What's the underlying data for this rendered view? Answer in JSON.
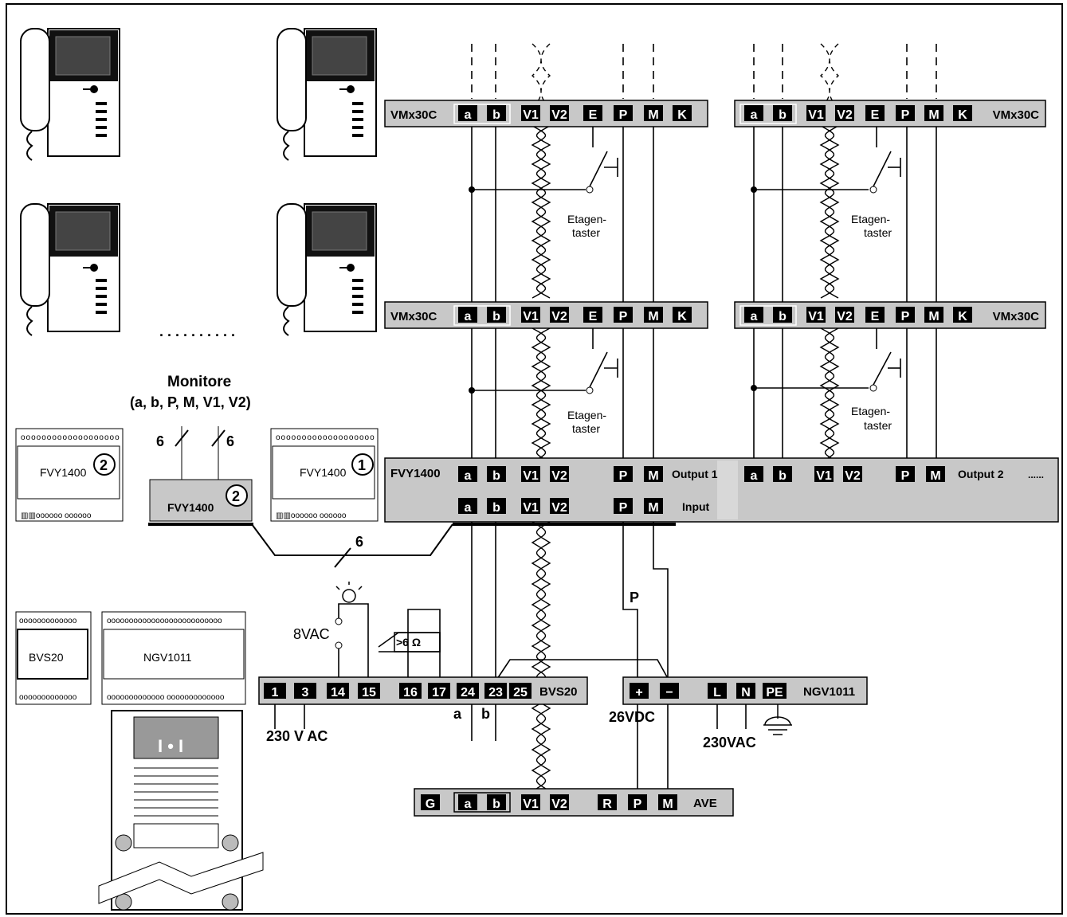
{
  "modules": {
    "vm1": {
      "name": "VMx30C",
      "terminals": [
        "a",
        "b",
        "V1",
        "V2",
        "E",
        "P",
        "M",
        "K"
      ]
    },
    "vm2": {
      "name": "VMx30C",
      "terminals": [
        "a",
        "b",
        "V1",
        "V2",
        "E",
        "P",
        "M",
        "K"
      ]
    },
    "vm3": {
      "name": "VMx30C",
      "terminals": [
        "a",
        "b",
        "V1",
        "V2",
        "E",
        "P",
        "M",
        "K"
      ]
    },
    "vm4": {
      "name": "VMx30C",
      "terminals": [
        "a",
        "b",
        "V1",
        "V2",
        "E",
        "P",
        "M",
        "K"
      ]
    },
    "fvy": {
      "name": "FVY1400",
      "output1": "Output 1",
      "output2": "Output 2",
      "input": "Input",
      "dots": "......",
      "terminals": [
        "a",
        "b",
        "V1",
        "V2",
        "P",
        "M"
      ]
    },
    "bvs": {
      "name": "BVS20",
      "terminals": [
        "1",
        "3",
        "14",
        "15",
        "16",
        "17",
        "24",
        "23",
        "25"
      ]
    },
    "ngv": {
      "name": "NGV1011",
      "terminals": [
        "+",
        "−",
        "L",
        "N",
        "PE"
      ]
    },
    "ave": {
      "name": "AVE",
      "terminals": [
        "G",
        "a",
        "b",
        "V1",
        "V2",
        "R",
        "P",
        "M"
      ]
    }
  },
  "labels": {
    "etagentaster_l1": "Etagen-",
    "etagentaster_l2": "taster",
    "monitore_title": "Monitore",
    "monitore_sub": "(a, b, P, M, V1, V2)",
    "six": "6",
    "fvy_small_1": "FVY1400",
    "fvy_small_2": "FVY1400",
    "fvy_box": "FVY1400",
    "circle_1": "1",
    "circle_2": "2",
    "bvs_small": "BVS20",
    "ngv_small": "NGV1011",
    "vac8": "8VAC",
    "ohm": ">6 Ω",
    "ac230_left": "230 V AC",
    "ac230_right": "230VAC",
    "vdc26": "26VDC",
    "p_wire": "P",
    "a_wire": "a",
    "b_wire": "b",
    "dotted": ". . . . . . . . . ."
  },
  "colors": {
    "module_bg": "#c8c8c8",
    "terminal_bg": "#000000",
    "line": "#000000"
  }
}
